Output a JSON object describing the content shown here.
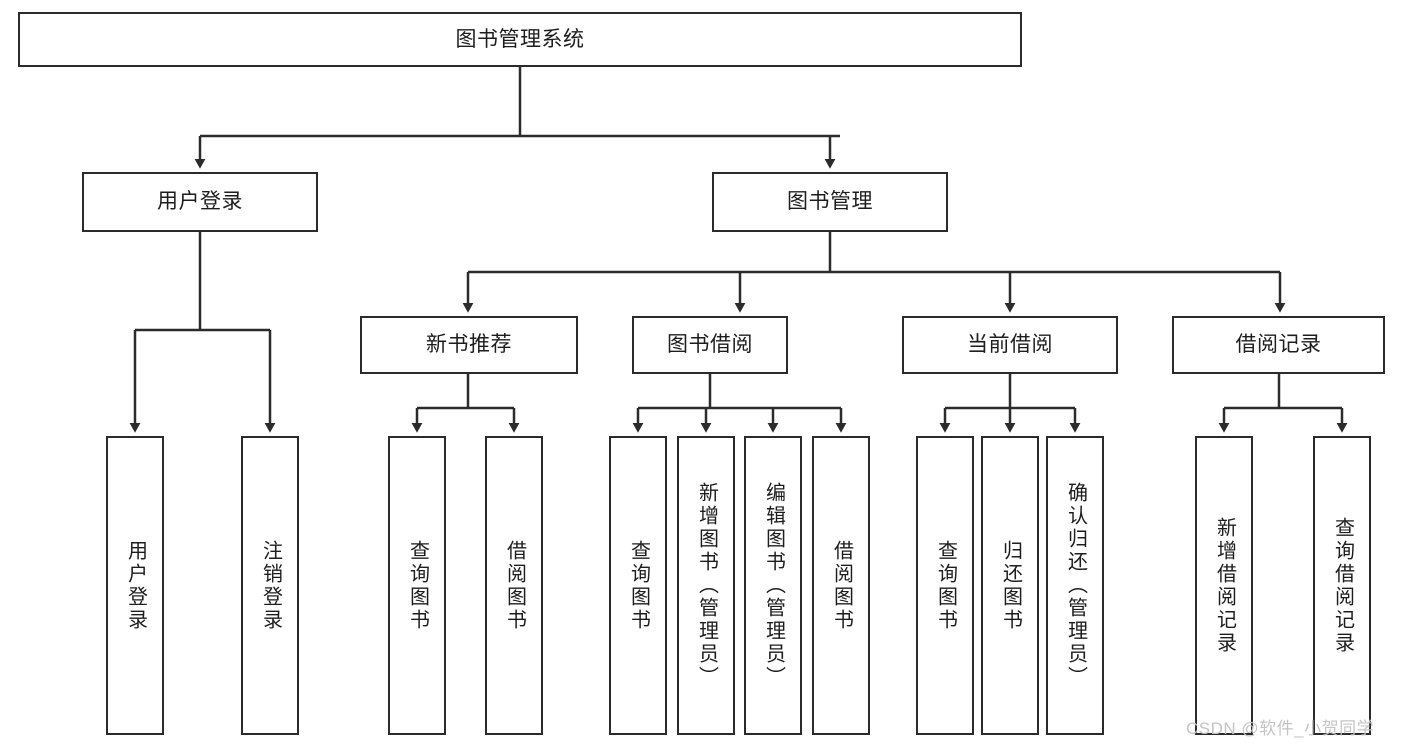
{
  "diagram": {
    "title": "图书管理系统",
    "type": "tree-hierarchy-diagram",
    "colors": {
      "stroke": "#2b2b2b",
      "node_fill": "#ffffff",
      "text": "#1d1d1d",
      "background": "#ffffff",
      "watermark": "#c4c4c4"
    },
    "root": {
      "label": "图书管理系统",
      "orientation": "horizontal"
    },
    "level2": [
      {
        "label": "用户登录",
        "orientation": "horizontal"
      },
      {
        "label": "图书管理",
        "orientation": "horizontal"
      }
    ],
    "level3": [
      {
        "label": "新书推荐",
        "orientation": "horizontal"
      },
      {
        "label": "图书借阅",
        "orientation": "horizontal"
      },
      {
        "label": "当前借阅",
        "orientation": "horizontal"
      },
      {
        "label": "借阅记录",
        "orientation": "horizontal"
      }
    ],
    "leaves": {
      "user_login": [
        {
          "label": "用户登录",
          "orientation": "vertical"
        },
        {
          "label": "注销登录",
          "orientation": "vertical"
        }
      ],
      "new_book_recommend": [
        {
          "label": "查询图书",
          "orientation": "vertical"
        },
        {
          "label": "借阅图书",
          "orientation": "vertical"
        }
      ],
      "book_borrow": [
        {
          "label": "查询图书",
          "orientation": "vertical"
        },
        {
          "label": "新增图书（管理员）",
          "orientation": "vertical"
        },
        {
          "label": "编辑图书（管理员）",
          "orientation": "vertical"
        },
        {
          "label": "借阅图书",
          "orientation": "vertical"
        }
      ],
      "current_borrow": [
        {
          "label": "查询图书",
          "orientation": "vertical"
        },
        {
          "label": "归还图书",
          "orientation": "vertical"
        },
        {
          "label": "确认归还（管理员）",
          "orientation": "vertical"
        }
      ],
      "borrow_record": [
        {
          "label": "新增借阅记录",
          "orientation": "vertical"
        },
        {
          "label": "查询借阅记录",
          "orientation": "vertical"
        }
      ]
    }
  },
  "watermark": {
    "text": "CSDN @软件_小贺同学"
  }
}
